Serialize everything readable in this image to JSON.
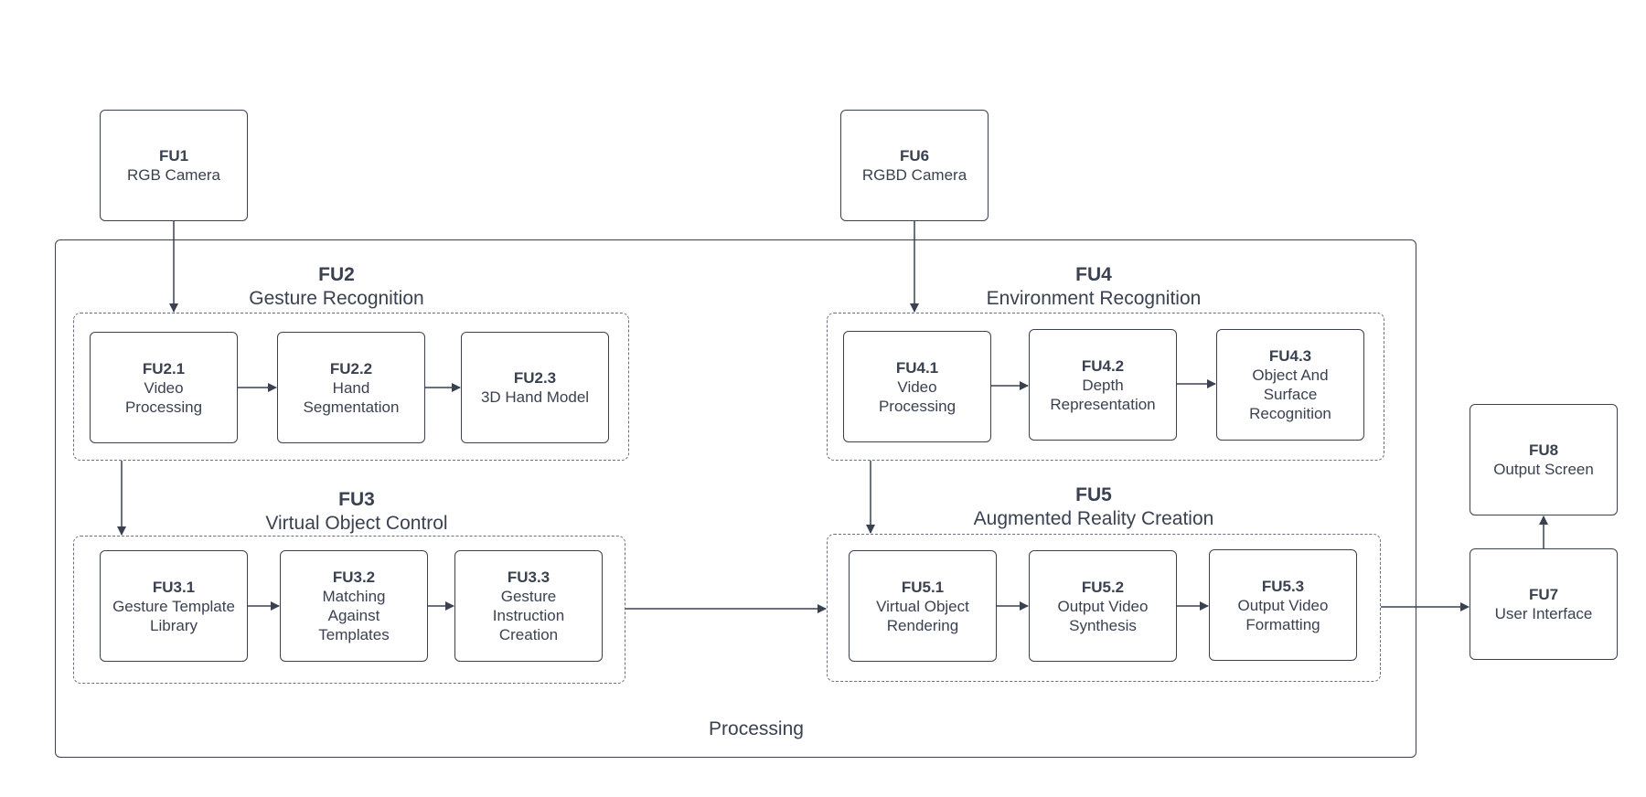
{
  "processing": {
    "label": "Processing"
  },
  "groups": {
    "fu2": {
      "id": "FU2",
      "title": "Gesture Recognition"
    },
    "fu3": {
      "id": "FU3",
      "title": "Virtual Object Control"
    },
    "fu4": {
      "id": "FU4",
      "title": "Environment Recognition"
    },
    "fu5": {
      "id": "FU5",
      "title": "Augmented Reality Creation"
    }
  },
  "units": {
    "fu1": {
      "id": "FU1",
      "label": "RGB Camera"
    },
    "fu6": {
      "id": "FU6",
      "label": "RGBD Camera"
    },
    "fu2_1": {
      "id": "FU2.1",
      "label": "Video Processing"
    },
    "fu2_2": {
      "id": "FU2.2",
      "label": "Hand Segmentation"
    },
    "fu2_3": {
      "id": "FU2.3",
      "label": "3D Hand Model"
    },
    "fu3_1": {
      "id": "FU3.1",
      "label": "Gesture Template Library"
    },
    "fu3_2": {
      "id": "FU3.2",
      "label": "Matching Against Templates"
    },
    "fu3_3": {
      "id": "FU3.3",
      "label": "Gesture Instruction Creation"
    },
    "fu4_1": {
      "id": "FU4.1",
      "label": "Video Processing"
    },
    "fu4_2": {
      "id": "FU4.2",
      "label": "Depth Representation"
    },
    "fu4_3": {
      "id": "FU4.3",
      "label": "Object And Surface Recognition"
    },
    "fu5_1": {
      "id": "FU5.1",
      "label": "Virtual Object Rendering"
    },
    "fu5_2": {
      "id": "FU5.2",
      "label": "Output Video Synthesis"
    },
    "fu5_3": {
      "id": "FU5.3",
      "label": "Output Video Formatting"
    },
    "fu7": {
      "id": "FU7",
      "label": "User Interface"
    },
    "fu8": {
      "id": "FU8",
      "label": "Output Screen"
    }
  },
  "colors": {
    "line": "#3a4150",
    "dashed": "#6b7080"
  }
}
